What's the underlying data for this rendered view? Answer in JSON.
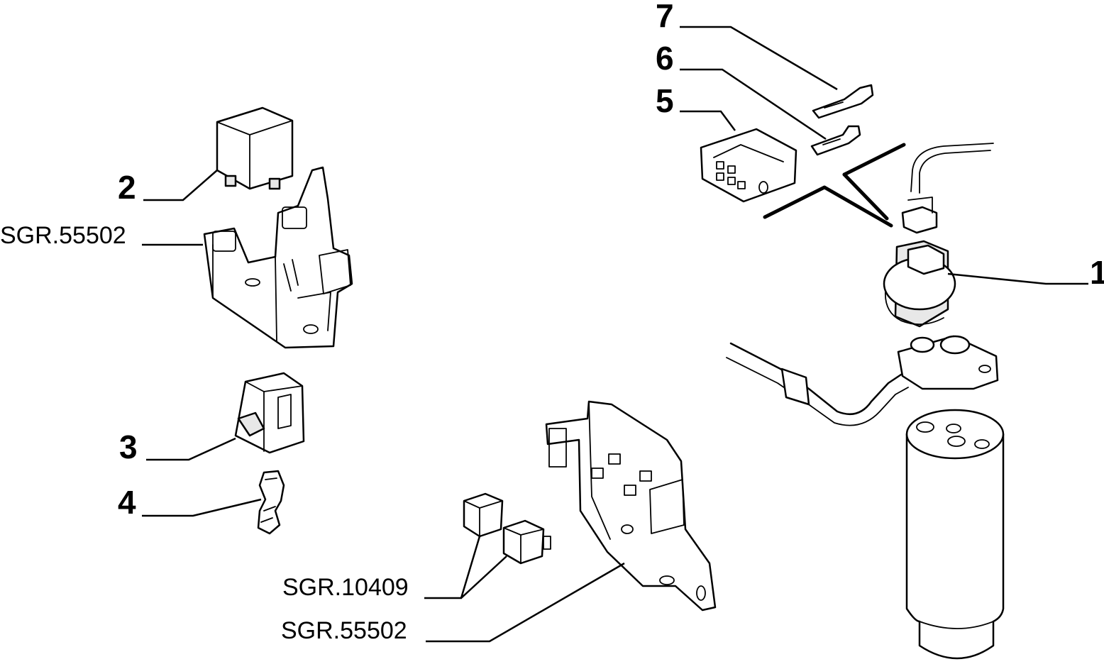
{
  "callouts": {
    "c1": "1",
    "c2": "2",
    "c3": "3",
    "c4": "4",
    "c5": "5",
    "c6": "6",
    "c7": "7",
    "ref_upper_bracket": "SGR.55502",
    "ref_relays": "SGR.10409",
    "ref_lower_bracket": "SGR.55502"
  }
}
